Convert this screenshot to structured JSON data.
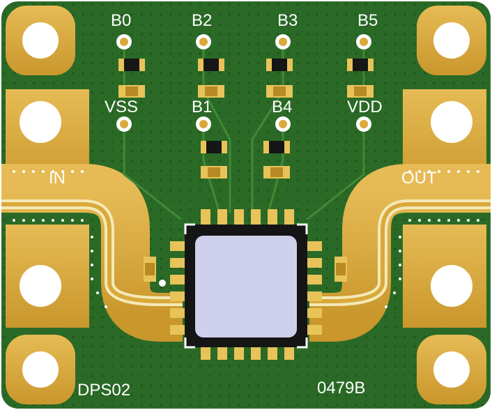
{
  "board": {
    "pin_labels": {
      "b0": "B0",
      "b2": "B2",
      "b3": "B3",
      "b5": "B5",
      "vss": "VSS",
      "b1": "B1",
      "b4": "B4",
      "vdd": "VDD"
    },
    "port_labels": {
      "in": "IN",
      "out": "OUT"
    },
    "silkscreen": {
      "part_name": "DPS02",
      "board_code": "0479B"
    }
  },
  "colors": {
    "soldermask": "#2a6a26",
    "gold": "#d9a93a",
    "gold_dark": "#b88a24",
    "chip_body": "#151515",
    "chip_pad": "#cfcfee",
    "silk": "#ffffff"
  }
}
